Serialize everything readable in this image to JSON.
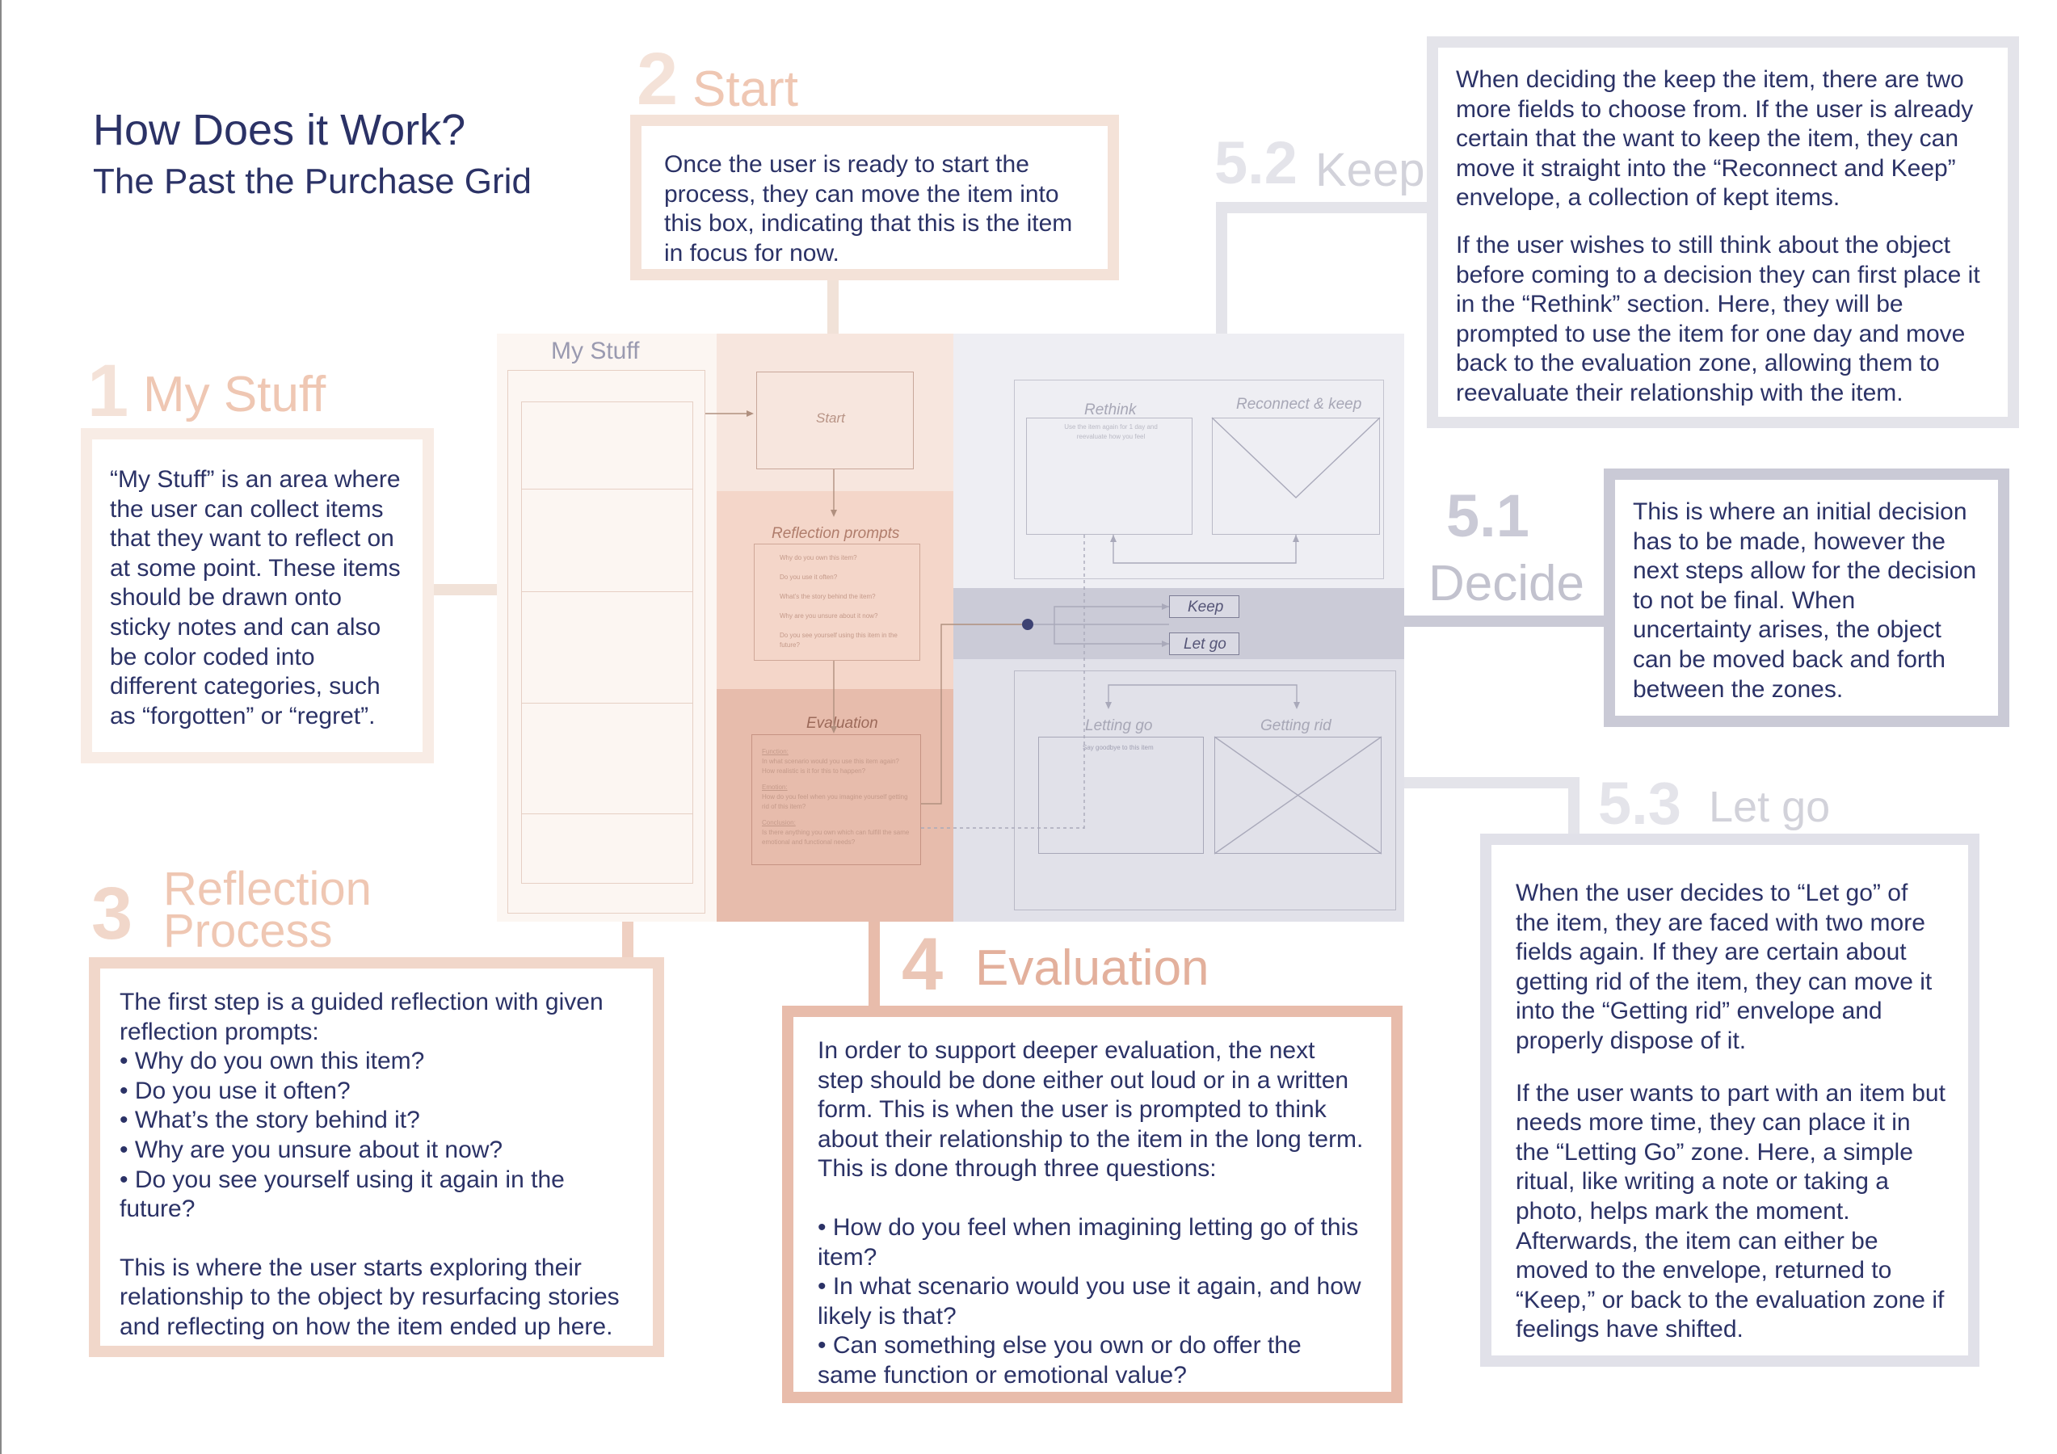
{
  "header": {
    "title": "How Does it Work?",
    "subtitle": "The Past the Purchase Grid"
  },
  "sections": {
    "my_stuff": {
      "number": "1",
      "label": "My Stuff",
      "text": "“My Stuff” is an area where the user can collect items that they want to reflect on at some point. These items should be drawn onto sticky notes and can also be color coded into different categories, such as “forgotten” or “regret”."
    },
    "start": {
      "number": "2",
      "label": "Start",
      "text": "Once the user is ready to start the process, they can move the item into this box, indicating that this is the item in focus for now."
    },
    "reflection": {
      "number": "3",
      "label_line1": "Reflection",
      "label_line2": "Process",
      "intro": "The first step is a guided reflection with given reflection prompts:",
      "bullets": [
        "• Why do you own this item?",
        "• Do you use it often?",
        "• What’s the story behind it?",
        "• Why are you unsure about it now?",
        "• Do you see yourself using it again in the future?"
      ],
      "outro": "This is where the user starts exploring their relationship to the object by resurfacing stories and reflecting on how the item ended up here."
    },
    "evaluation": {
      "number": "4",
      "label": "Evaluation",
      "intro": "In order to support deeper evaluation, the next step should be done either out loud or in a written form. This is when the user is prompted to think about their relationship to the item in the long term. This is done through three questions:",
      "bullets": [
        "• How do you feel when imagining letting go of this item?",
        "• In what scenario would you use it again, and how likely is that?",
        "• Can something else you own or do offer the same function or emotional value?"
      ]
    },
    "decide": {
      "number": "5.1",
      "label": "Decide",
      "text": "This is where an initial decision has to be made, however the next steps allow for the decision to not be final. When uncertainty arises, the object can be moved back and forth between the zones."
    },
    "keep": {
      "number": "5.2",
      "label": "Keep",
      "para1": "When deciding the keep the item, there are two more fields to choose from. If the user is already certain that the want to keep the item, they can move it straight into the “Reconnect and Keep” envelope, a collection of kept items.",
      "para2": "If the user wishes to still think about the object before coming to a decision they can first place it in the “Rethink” section. Here, they will be prompted to use the item for one day and move back to the evaluation zone, allowing them to reevaluate their relationship with the item."
    },
    "let_go": {
      "number": "5.3",
      "label": "Let go",
      "para1": "When the user decides to “Let go” of the item, they are faced with two more fields again. If they are certain about getting rid of the item, they can move it into the “Getting rid” envelope and properly dispose of it.",
      "para2": "If the user wants to part with an item but needs more time, they can place it in the “Letting Go” zone. Here, a simple ritual, like writing a note or taking a photo, helps mark the moment. Afterwards, the item can either be moved to the envelope, returned to “Keep,” or back to the evaluation zone if feelings have shifted."
    }
  },
  "wireframe": {
    "my_stuff": "My Stuff",
    "start": "Start",
    "reflection_prompts": "Reflection prompts",
    "prompts": [
      "Why do you own this item?",
      "Do you use it often?",
      "What’s the story behind the item?",
      "Why are you unsure about it now?",
      "Do you see yourself using this item in the future?"
    ],
    "evaluation": "Evaluation",
    "eval_lines": [
      "Function:",
      "In what scenario would you use this item again? How realistic is it for this to happen?",
      "Emotion:",
      "How do you feel when you imagine yourself getting rid of this item?",
      "Conclusion:",
      "Is there anything you own which can fulfill the same emotional and functional needs?"
    ],
    "rethink": "Rethink",
    "rethink_sub": "Use the item again for 1 day and reevaluate how you feel",
    "reconnect": "Reconnect & keep",
    "keep": "Keep",
    "let_go": "Let go",
    "letting_go": "Letting go",
    "letting_go_sub": "Say goodbye to this item",
    "getting_rid": "Getting rid"
  },
  "colors": {
    "navy": "#2b3266",
    "peach_light": "#f8ece5",
    "peach_mid": "#f4d3c5",
    "peach_dark": "#e8bcab",
    "grey_light": "#eeeef3",
    "grey_band": "#cacad6"
  }
}
